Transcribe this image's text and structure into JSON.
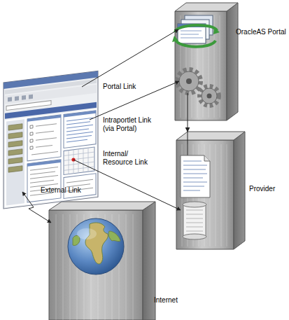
{
  "diagram": {
    "nodes": [
      {
        "text": [
          "OracleAS Portal"
        ]
      },
      {
        "text": [
          "Provider"
        ]
      },
      {
        "text": [
          "Internet"
        ]
      }
    ],
    "edges": [
      {
        "from": 0,
        "to": 1,
        "arrow": "to"
      }
    ],
    "labels": [
      "Portal Link",
      "Intraportlet Link (via Portal)",
      "Internal/ Resource Link",
      "External Link"
    ]
  }
}
